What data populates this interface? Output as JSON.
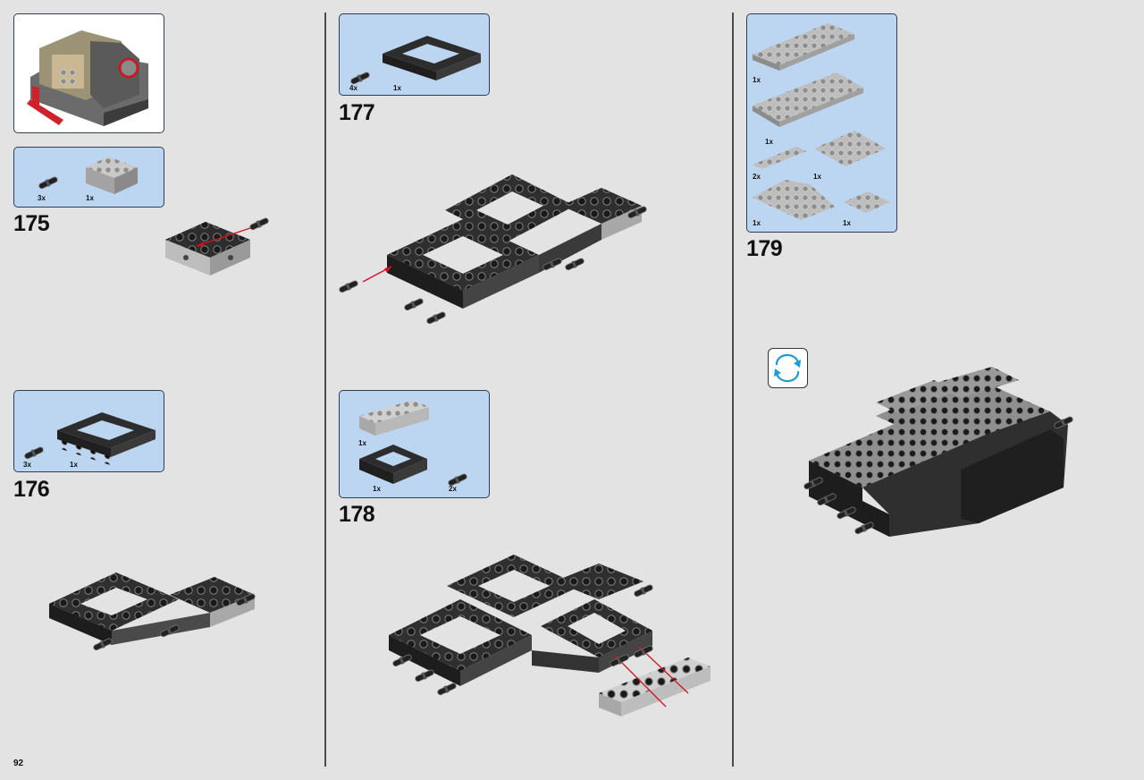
{
  "page": {
    "number": "92"
  },
  "colors": {
    "panel": "#bcd6f1",
    "brick_dark": "#3d3d3d",
    "brick_light": "#b8b8b8",
    "arrow": "#d4101f",
    "rotate_icon": "#1e9ad6"
  },
  "steps": [
    {
      "number": "175",
      "parts": [
        {
          "qty": "3x"
        },
        {
          "qty": "1x"
        }
      ]
    },
    {
      "number": "176",
      "parts": [
        {
          "qty": "3x"
        },
        {
          "qty": "1x"
        }
      ]
    },
    {
      "number": "177",
      "parts": [
        {
          "qty": "4x"
        },
        {
          "qty": "1x"
        }
      ]
    },
    {
      "number": "178",
      "parts": [
        {
          "qty": "1x"
        },
        {
          "qty": "1x"
        },
        {
          "qty": "2x"
        }
      ]
    },
    {
      "number": "179",
      "parts": [
        {
          "qty": "1x"
        },
        {
          "qty": "1x"
        },
        {
          "qty": "2x"
        },
        {
          "qty": "1x"
        },
        {
          "qty": "1x"
        },
        {
          "qty": "1x"
        }
      ]
    }
  ],
  "icons": {
    "rotate": "rotate-model-icon",
    "pin": "technic-pin-icon",
    "arrow": "insert-arrow-icon"
  }
}
